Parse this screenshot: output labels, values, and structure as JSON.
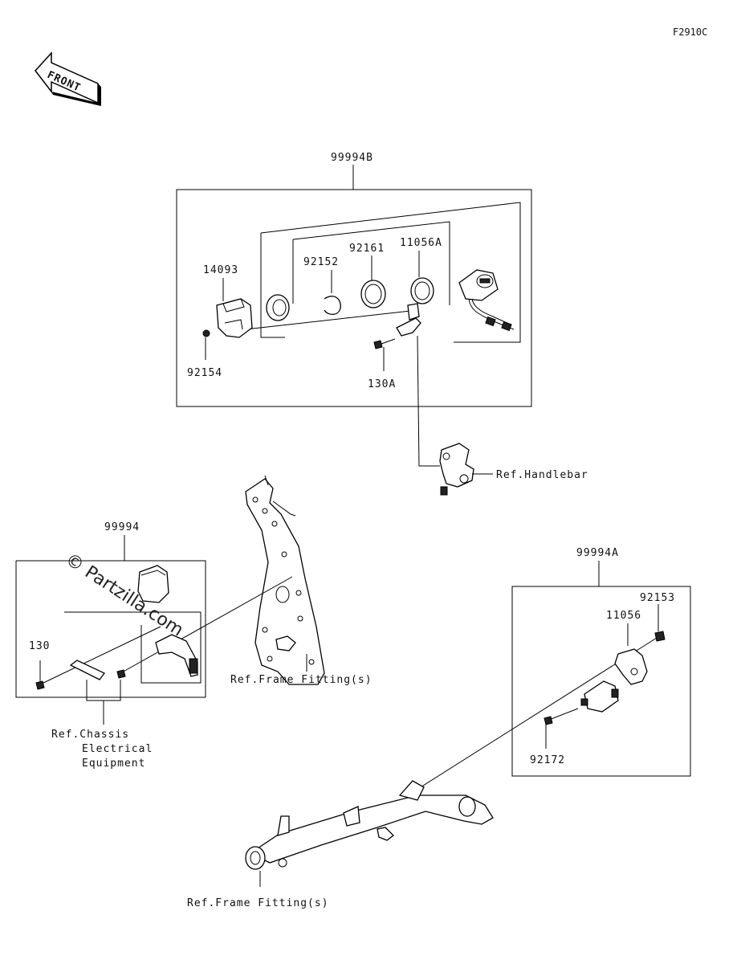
{
  "diagram_code": "F2910C",
  "front_arrow": {
    "label": "FRONT",
    "icon": "front-direction-arrow-icon"
  },
  "watermark": "© Partzilla.com",
  "kits": {
    "kit_b": {
      "label": "99994B",
      "parts": [
        "14093",
        "92152",
        "92161",
        "11056A",
        "92154",
        "130A"
      ]
    },
    "kit_base": {
      "label": "99994",
      "parts": [
        "130"
      ]
    },
    "kit_a": {
      "label": "99994A",
      "parts": [
        "92153",
        "11056",
        "92172"
      ]
    }
  },
  "parts": {
    "p14093": "14093",
    "p92152": "92152",
    "p92161": "92161",
    "p11056A": "11056A",
    "p92154": "92154",
    "p130A": "130A",
    "p130": "130",
    "p92153": "92153",
    "p11056": "11056",
    "p92172": "92172"
  },
  "references": {
    "handlebar": "Ref.Handlebar",
    "frame_fitting_upper": "Ref.Frame Fitting(s)",
    "frame_fitting_lower": "Ref.Frame Fitting(s)",
    "chassis_line1": "Ref.Chassis",
    "chassis_line2": "Electrical",
    "chassis_line3": "Equipment"
  }
}
